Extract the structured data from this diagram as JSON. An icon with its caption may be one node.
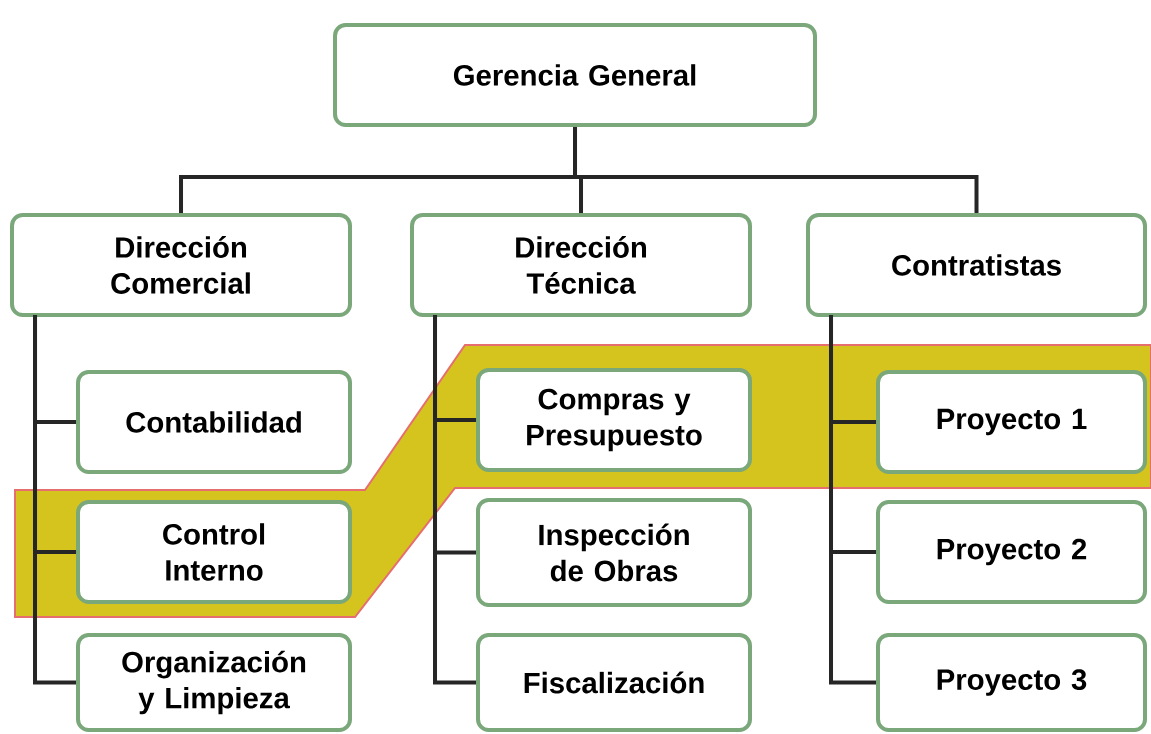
{
  "diagram": {
    "nodes": [
      {
        "text": [
          "Gerencia General"
        ]
      },
      {
        "text": [
          "Dirección Comercial"
        ]
      },
      {
        "text": [
          "Dirección Técnica"
        ]
      },
      {
        "text": [
          "Contratistas"
        ]
      },
      {
        "text": [
          "Contabilidad"
        ]
      },
      {
        "text": [
          "Control Interno"
        ]
      },
      {
        "text": [
          "Organización y Limpieza"
        ]
      },
      {
        "text": [
          "Compras y Presupuesto"
        ]
      },
      {
        "text": [
          "Inspección de Obras"
        ]
      },
      {
        "text": [
          "Fiscalización"
        ]
      },
      {
        "text": [
          "Proyecto 1"
        ]
      },
      {
        "text": [
          "Proyecto 2"
        ]
      },
      {
        "text": [
          "Proyecto 3"
        ]
      }
    ],
    "edges": [
      {
        "from": 0,
        "to": 1,
        "arrow": "none"
      },
      {
        "from": 0,
        "to": 2,
        "arrow": "none"
      },
      {
        "from": 0,
        "to": 3,
        "arrow": "none"
      },
      {
        "from": 1,
        "to": 4,
        "arrow": "none"
      },
      {
        "from": 1,
        "to": 5,
        "arrow": "none"
      },
      {
        "from": 1,
        "to": 6,
        "arrow": "none"
      },
      {
        "from": 2,
        "to": 7,
        "arrow": "none"
      },
      {
        "from": 2,
        "to": 8,
        "arrow": "none"
      },
      {
        "from": 2,
        "to": 9,
        "arrow": "none"
      },
      {
        "from": 3,
        "to": 10,
        "arrow": "none"
      },
      {
        "from": 3,
        "to": 11,
        "arrow": "none"
      },
      {
        "from": 3,
        "to": 12,
        "arrow": "none"
      }
    ]
  }
}
